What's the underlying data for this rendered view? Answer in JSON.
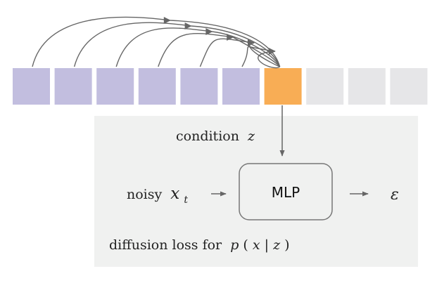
{
  "diagram": {
    "token_count": 10,
    "active_token_index": 6,
    "context_token_count": 6,
    "colors": {
      "context_token": "#c2bedf",
      "active_token": "#f8ad55",
      "future_token": "#e6e6e8",
      "panel": "#f0f1f0",
      "arrow": "#666666",
      "mlp_border": "#777777"
    }
  },
  "labels": {
    "condition_text": "condition",
    "condition_var": "z",
    "noisy_text": "noisy",
    "noisy_var": "x",
    "noisy_sub": "t",
    "mlp": "MLP",
    "output_var": "ε",
    "loss_text": "diffusion loss for",
    "loss_func": "p",
    "loss_open": "(",
    "loss_x": "x",
    "loss_bar": "|",
    "loss_z": "z",
    "loss_close": ")"
  }
}
